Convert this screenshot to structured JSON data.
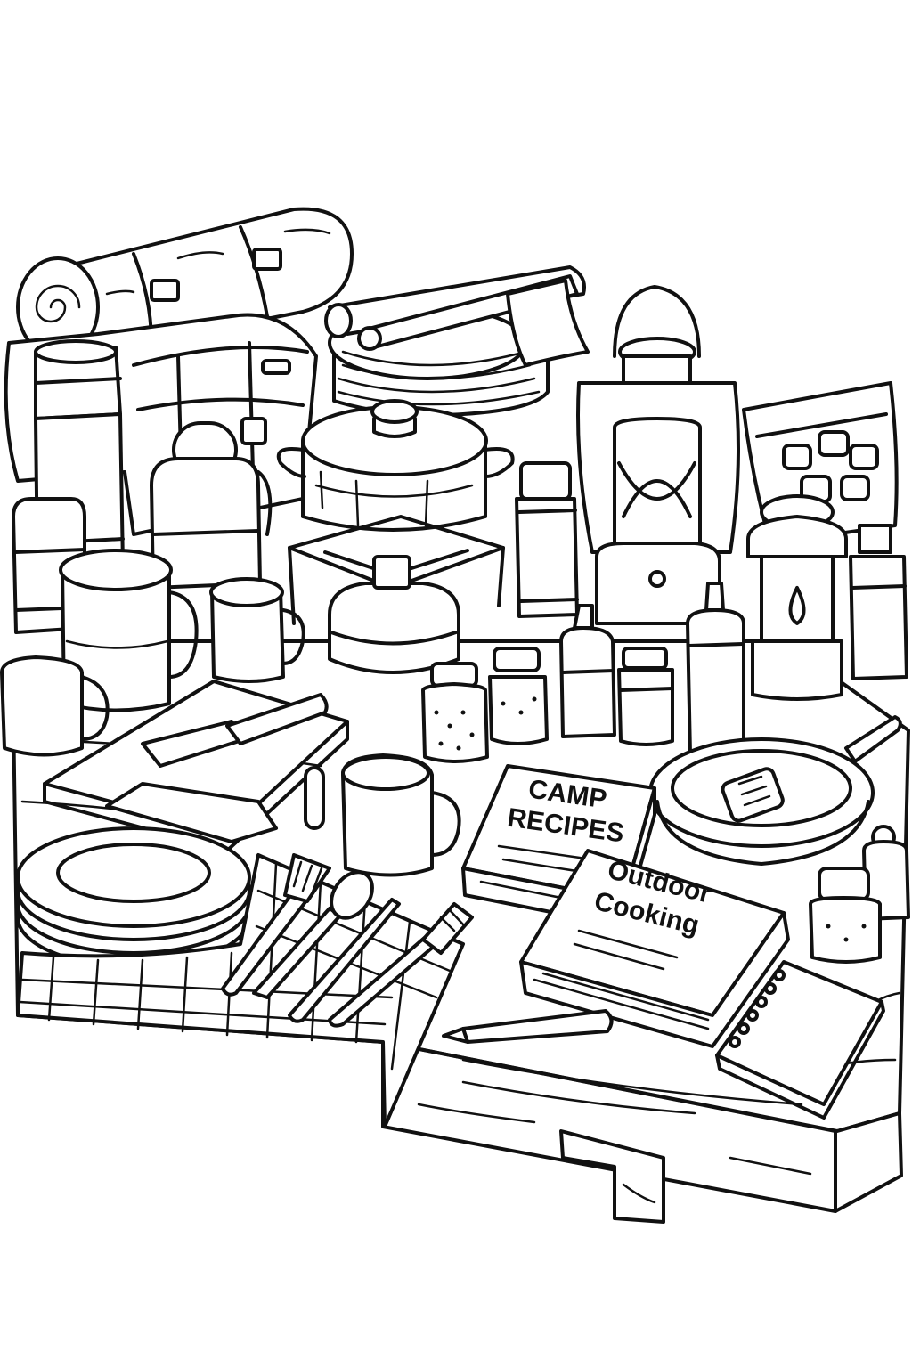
{
  "books": {
    "camp_recipes": {
      "line1": "CAMP",
      "line2": "RECIPES"
    },
    "outdoor_cooking": {
      "line1": "Outdoor",
      "line2": "Cooking"
    }
  },
  "colors": {
    "ink": "#111111",
    "paper": "#ffffff"
  }
}
